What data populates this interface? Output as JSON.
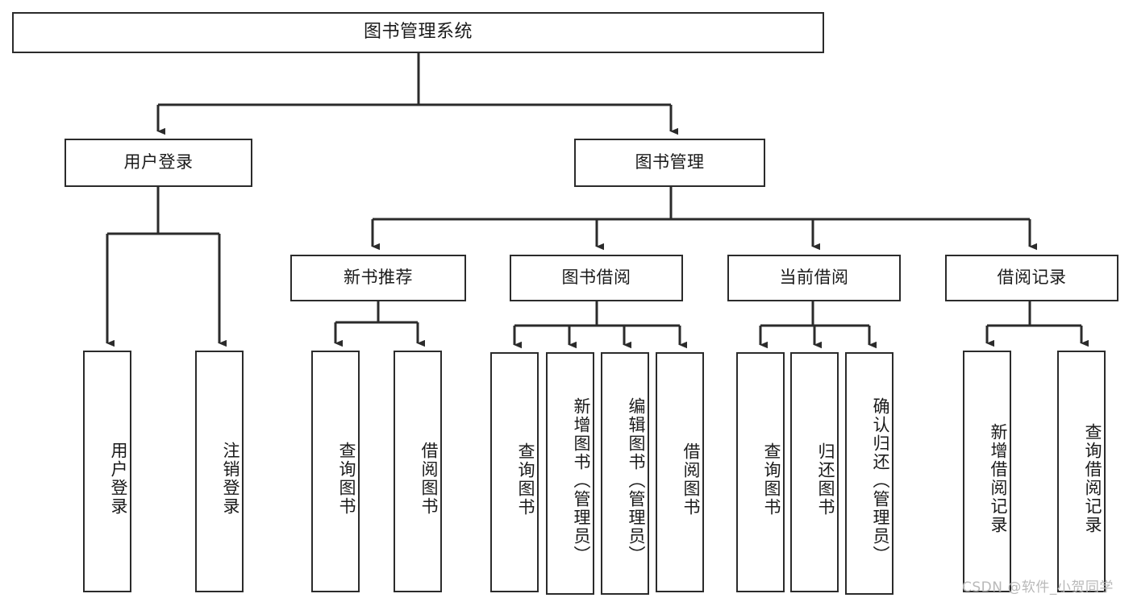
{
  "diagram": {
    "title": "图书管理系统",
    "type": "功能结构图",
    "watermark": "CSDN @软件_小贺同学",
    "line_color": "#2b2b2b",
    "box_fill": "#ffffff",
    "text_color": "#1a1a1a",
    "watermark_color": "#b9b9b9"
  },
  "nodes": {
    "root": {
      "label": "图书管理系统"
    },
    "level1": [
      {
        "id": "user-login",
        "label": "用户登录"
      },
      {
        "id": "book-management",
        "label": "图书管理"
      }
    ],
    "level2": [
      {
        "id": "new-book-recommend",
        "label": "新书推荐"
      },
      {
        "id": "book-borrow",
        "label": "图书借阅"
      },
      {
        "id": "current-borrow",
        "label": "当前借阅"
      },
      {
        "id": "borrow-record",
        "label": "借阅记录"
      }
    ],
    "leaves": {
      "user-login": [
        {
          "id": "leaf-user-login",
          "label": "用户登录"
        },
        {
          "id": "leaf-logout-login",
          "label": "注销登录"
        }
      ],
      "new-book-recommend": [
        {
          "id": "leaf-query-book-1",
          "label": "查询图书"
        },
        {
          "id": "leaf-borrow-book-1",
          "label": "借阅图书"
        }
      ],
      "book-borrow": [
        {
          "id": "leaf-query-book-2",
          "label": "查询图书"
        },
        {
          "id": "leaf-add-book",
          "label": "新增图书（管理员）"
        },
        {
          "id": "leaf-edit-book",
          "label": "编辑图书（管理员）"
        },
        {
          "id": "leaf-borrow-book-2",
          "label": "借阅图书"
        }
      ],
      "current-borrow": [
        {
          "id": "leaf-query-book-3",
          "label": "查询图书"
        },
        {
          "id": "leaf-return-book",
          "label": "归还图书"
        },
        {
          "id": "leaf-confirm-return",
          "label": "确认归还（管理员）"
        }
      ],
      "borrow-record": [
        {
          "id": "leaf-add-record",
          "label": "新增借阅记录"
        },
        {
          "id": "leaf-query-record",
          "label": "查询借阅记录"
        }
      ]
    }
  }
}
